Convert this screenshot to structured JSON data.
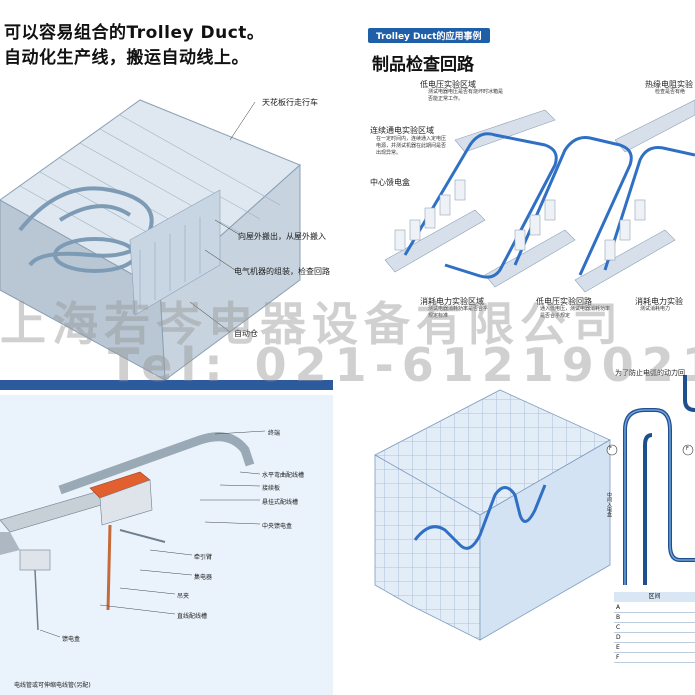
{
  "left_top": {
    "headline_line1": "可以容易组合的Trolley Duct。",
    "headline_line2": "自动化生产线，搬运自动线上。",
    "labels": {
      "ceiling_crane": "天花板行走行车",
      "outdoor_move": "向屋外搬出，从屋外搬入",
      "assembly_line": "电气机器的组装，检查回路",
      "auto_warehouse": "自动仓"
    }
  },
  "right_top": {
    "tag": "Trolley Duct的应用事例",
    "title": "制品检查回路",
    "labels": {
      "low_voltage_title": "低电压实验区域",
      "low_voltage_desc": "测试电器电压是否有烧坏时冰箱是否能正常工作。",
      "heat_resist_title": "热缘电阻实验",
      "heat_resist_desc": "检查是否有绝",
      "continuous_title": "连续通电实验区域",
      "continuous_desc": "在一定时间内，连续通入定电压电源，并测试机器在此期间是否出现异常。",
      "center_feed": "中心馈电盒",
      "consume_1_title": "消耗电力实验区域",
      "consume_1_desc": "测试电器消耗功率是否合乎规定标准",
      "low_voltage_2_title": "低电压实验回路",
      "low_voltage_2_desc": "通入低电压，测试电器消耗功率是否合乎规定",
      "consume_2_title": "消耗电力实验",
      "consume_2_desc": "测试消耗电力"
    }
  },
  "left_bottom": {
    "labels": {
      "end_cap": "终端",
      "horizontal_bend": "水平弯曲配线槽",
      "joint_plate": "接续板",
      "suspended_duct": "悬挂式配线槽",
      "center_feed": "中央馈电盒",
      "tow_arm": "牵引臂",
      "collector": "集电器",
      "hanger": "吊夹",
      "straight_duct": "直线配线槽",
      "feed_box": "馈电盒",
      "cable_note": "电线管或可伸缩电线管(另配)"
    }
  },
  "right_bottom": {
    "arc_note": "为了防止电弧的动力回",
    "center_feed_vertical": "中间入电盒",
    "arrow_f_left": "F",
    "arrow_f_right": "F",
    "legend_header": "区间",
    "legend_rows": [
      "A",
      "B",
      "C",
      "D",
      "E",
      "F"
    ]
  },
  "watermark": {
    "company": "上海若岑电器设备有限公司",
    "tel": "Tel: 021-61219021"
  },
  "colors": {
    "accent_blue": "#1f5fa8",
    "duct_blue": "#2f6fc4",
    "building": "#cfdbe6",
    "bg_panel": "#eaf3fb"
  }
}
